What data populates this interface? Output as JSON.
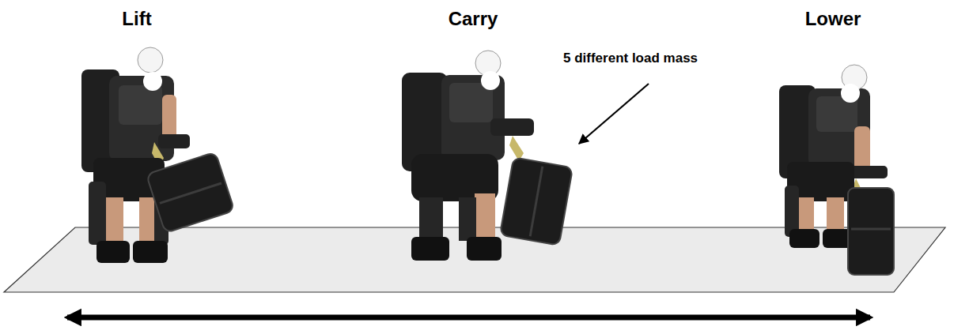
{
  "diagram": {
    "labels": [
      "Lift",
      "Carry",
      "Lower",
      "5 different load mass"
    ]
  }
}
